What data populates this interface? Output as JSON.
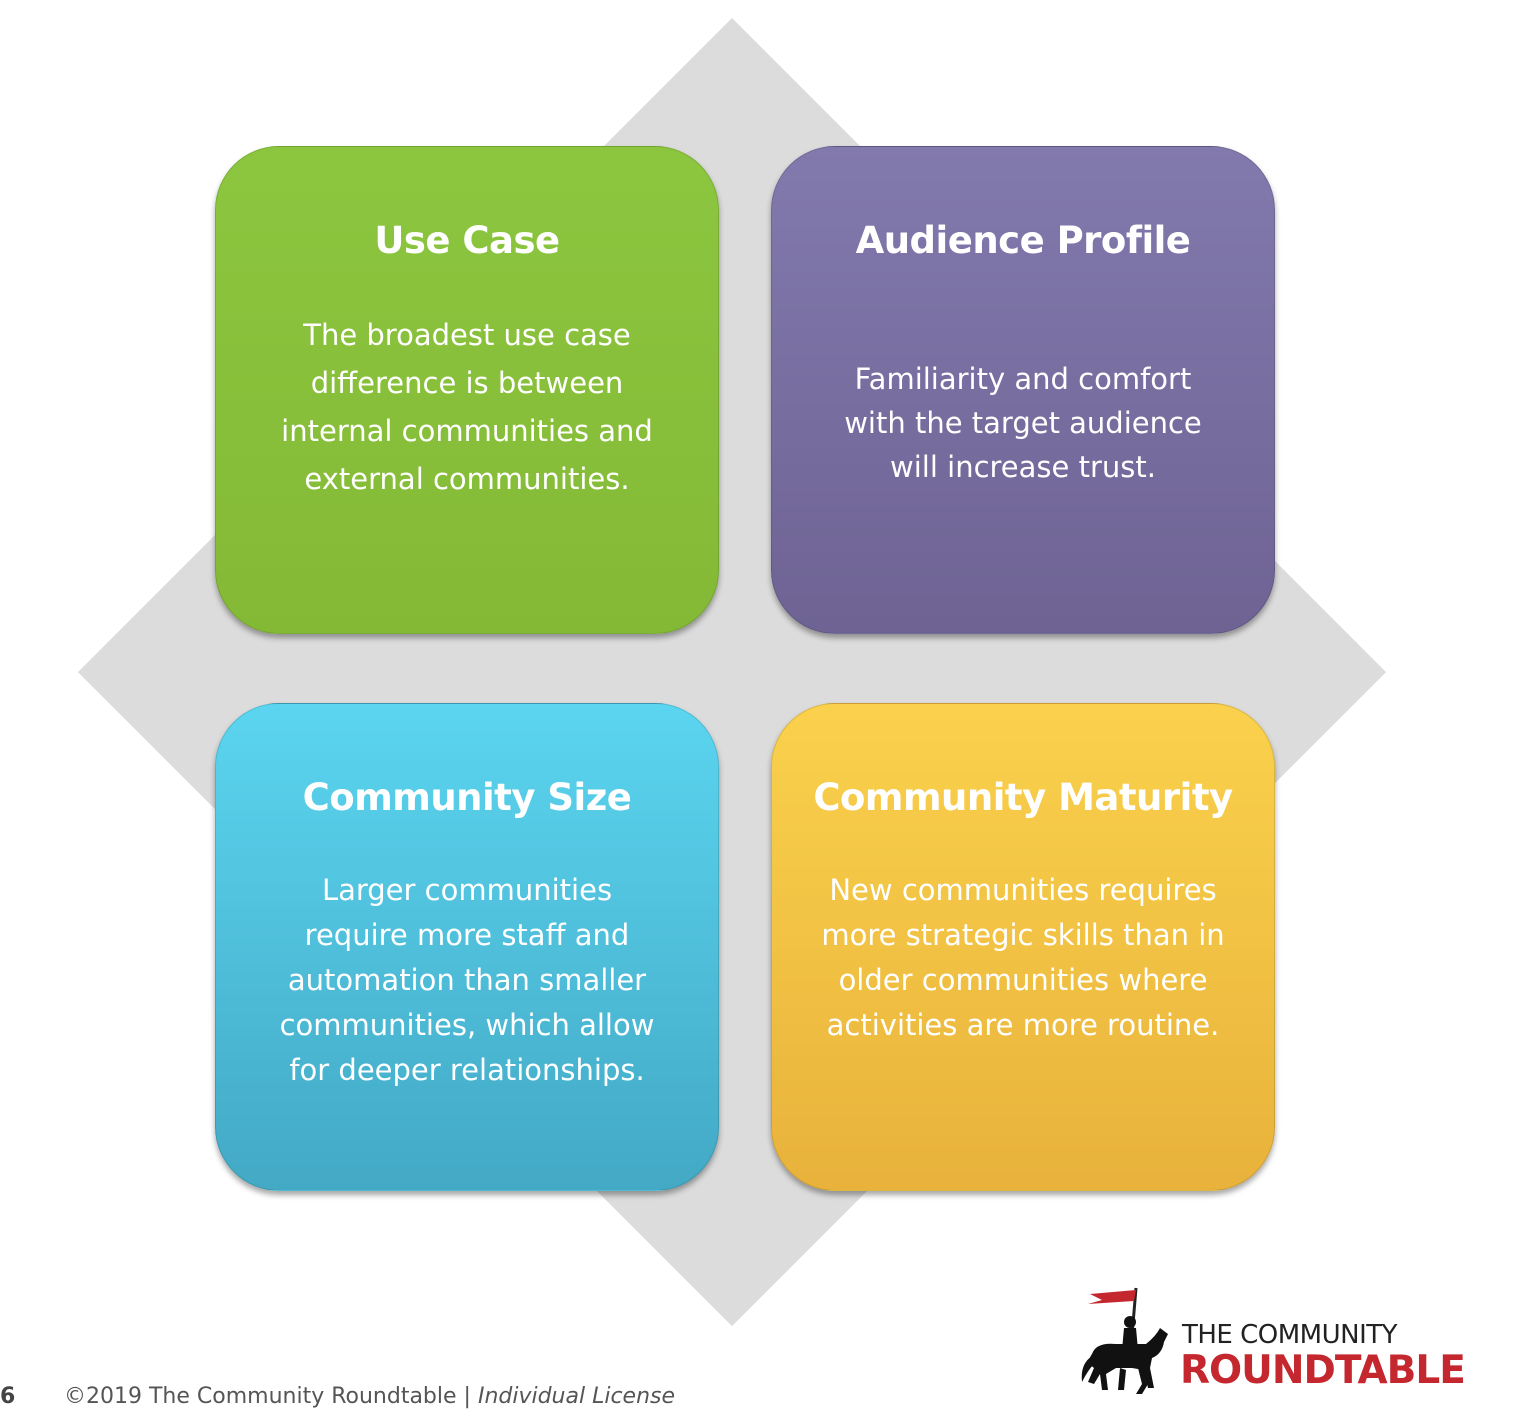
{
  "cards": [
    {
      "title": "Use Case",
      "text": "The broadest use case difference is between internal communities and external communities.",
      "color": "#8cc63f"
    },
    {
      "title": "Audience Profile",
      "text": "Familiarity and comfort with the target audience will increase trust.",
      "color": "#7a70a6"
    },
    {
      "title": "Community Size",
      "text": "Larger communities require more staff and automation than smaller communities, which allow for deeper relationships.",
      "color": "#4fc3e3"
    },
    {
      "title": "Community Maturity",
      "text": "New communities requires more strategic skills than in older communities where activities are more routine.",
      "color": "#f5c543"
    }
  ],
  "footer": {
    "page_number": "6",
    "copyright": "©2019 The Community Roundtable | ",
    "license": "Individual License"
  },
  "logo": {
    "line1": "THE COMMUNITY",
    "line2": "ROUNDTABLE",
    "icon": "knight-on-horse-icon",
    "accent": "#c4282e"
  }
}
